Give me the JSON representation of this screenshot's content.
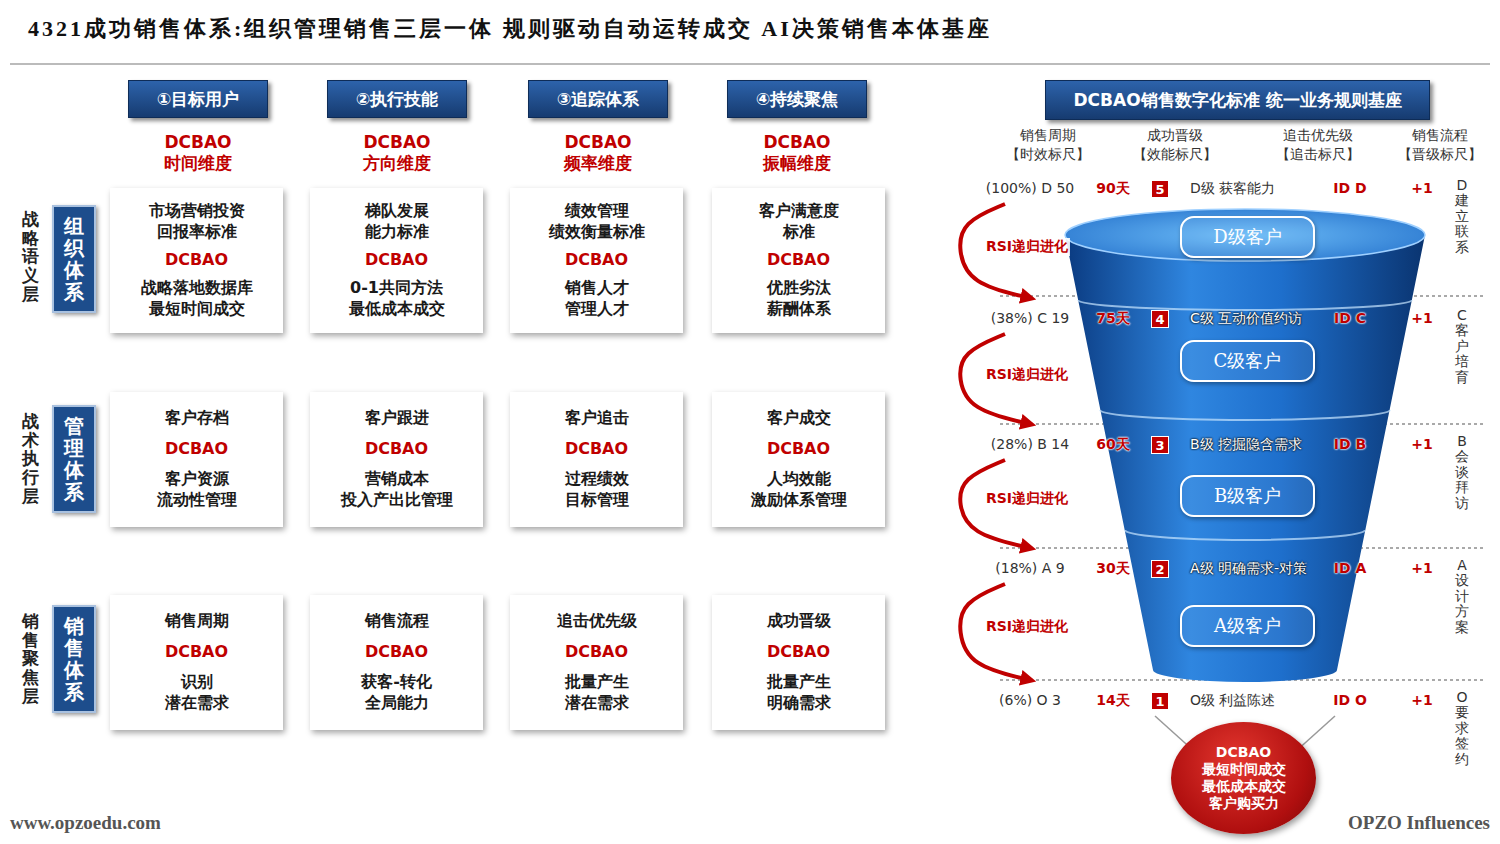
{
  "diagram": {
    "title": "4321成功销售体系:组织管理销售三层一体 规则驱动自动运转成交 AI决策销售本体基座",
    "nodes": [
      {
        "text": [
          "①目标用户"
        ]
      },
      {
        "text": [
          "②执行技能"
        ]
      },
      {
        "text": [
          "③追踪体系"
        ]
      },
      {
        "text": [
          "④持续聚焦"
        ]
      },
      {
        "text": [
          "组织体系"
        ]
      },
      {
        "text": [
          "市场营销投资 回报率标准",
          "DCBAO",
          "战略落地数据库 最短时间成交"
        ]
      },
      {
        "text": [
          "梯队发展 能力标准",
          "DCBAO",
          "0-1共同方法 最低成本成交"
        ]
      },
      {
        "text": [
          "绩效管理 绩效衡量标准",
          "DCBAO",
          "销售人才 管理人才"
        ]
      },
      {
        "text": [
          "客户满意度 标准",
          "DCBAO",
          "优胜劣汰 薪酬体系"
        ]
      },
      {
        "text": [
          "管理体系"
        ]
      },
      {
        "text": [
          "客户存档",
          "DCBAO",
          "客户资源 流动性管理"
        ]
      },
      {
        "text": [
          "客户跟进",
          "DCBAO",
          "营销成本 投入产出比管理"
        ]
      },
      {
        "text": [
          "客户追击",
          "DCBAO",
          "过程绩效 目标管理"
        ]
      },
      {
        "text": [
          "客户成交",
          "DCBAO",
          "人均效能 激励体系管理"
        ]
      },
      {
        "text": [
          "销售体系"
        ]
      },
      {
        "text": [
          "销售周期",
          "DCBAO",
          "识别 潜在需求"
        ]
      },
      {
        "text": [
          "销售流程",
          "DCBAO",
          "获客-转化 全局能力"
        ]
      },
      {
        "text": [
          "追击优先级",
          "DCBAO",
          "批量产生 潜在需求"
        ]
      },
      {
        "text": [
          "成功晋级",
          "DCBAO",
          "批量产生 明确需求"
        ]
      },
      {
        "text": [
          "DCBAO销售数字化标准 统一业务规则基座"
        ]
      },
      {
        "text": [
          "5"
        ]
      },
      {
        "text": [
          "D级客户"
        ]
      },
      {
        "text": [
          "4"
        ]
      },
      {
        "text": [
          "C级客户"
        ]
      },
      {
        "text": [
          "3"
        ]
      },
      {
        "text": [
          "B级客户"
        ]
      },
      {
        "text": [
          "2"
        ]
      },
      {
        "text": [
          "A级客户"
        ]
      },
      {
        "text": [
          "1"
        ]
      },
      {
        "text": [
          "DCBAO 最短时间成交 最低成本成交 客户购买力"
        ]
      }
    ],
    "labels": [
      "DCBAO 时间维度",
      "DCBAO 方向维度",
      "DCBAO 频率维度",
      "DCBAO 振幅维度",
      "战略语义层",
      "战术执行层",
      "销售聚焦层",
      "销售周期 【时效标尺】",
      "成功晋级 【效能标尺】",
      "追击优先级 【追击标尺】",
      "销售流程 【晋级标尺】",
      "(100%) D 50",
      "90天",
      "D级 获客能力",
      "ID D",
      "+1",
      "D 建立联系",
      "RSI递归进化",
      "(38%) C 19",
      "75天",
      "C级 互动价值约访",
      "ID C",
      "+1",
      "C 客户培育",
      "RSI递归进化",
      "(28%) B 14",
      "60天",
      "B级 挖掘隐含需求",
      "ID B",
      "+1",
      "B 会谈拜访",
      "RSI递归进化",
      "(18%) A 9",
      "30天",
      "A级 明确需求-对策",
      "ID A",
      "+1",
      "A 设计方案",
      "RSI递归进化",
      "(6%) O 3",
      "14天",
      "O级 利益陈述",
      "ID O",
      "+1",
      "O 要求签约",
      "www.opzoedu.com",
      "OPZO Influences"
    ]
  }
}
